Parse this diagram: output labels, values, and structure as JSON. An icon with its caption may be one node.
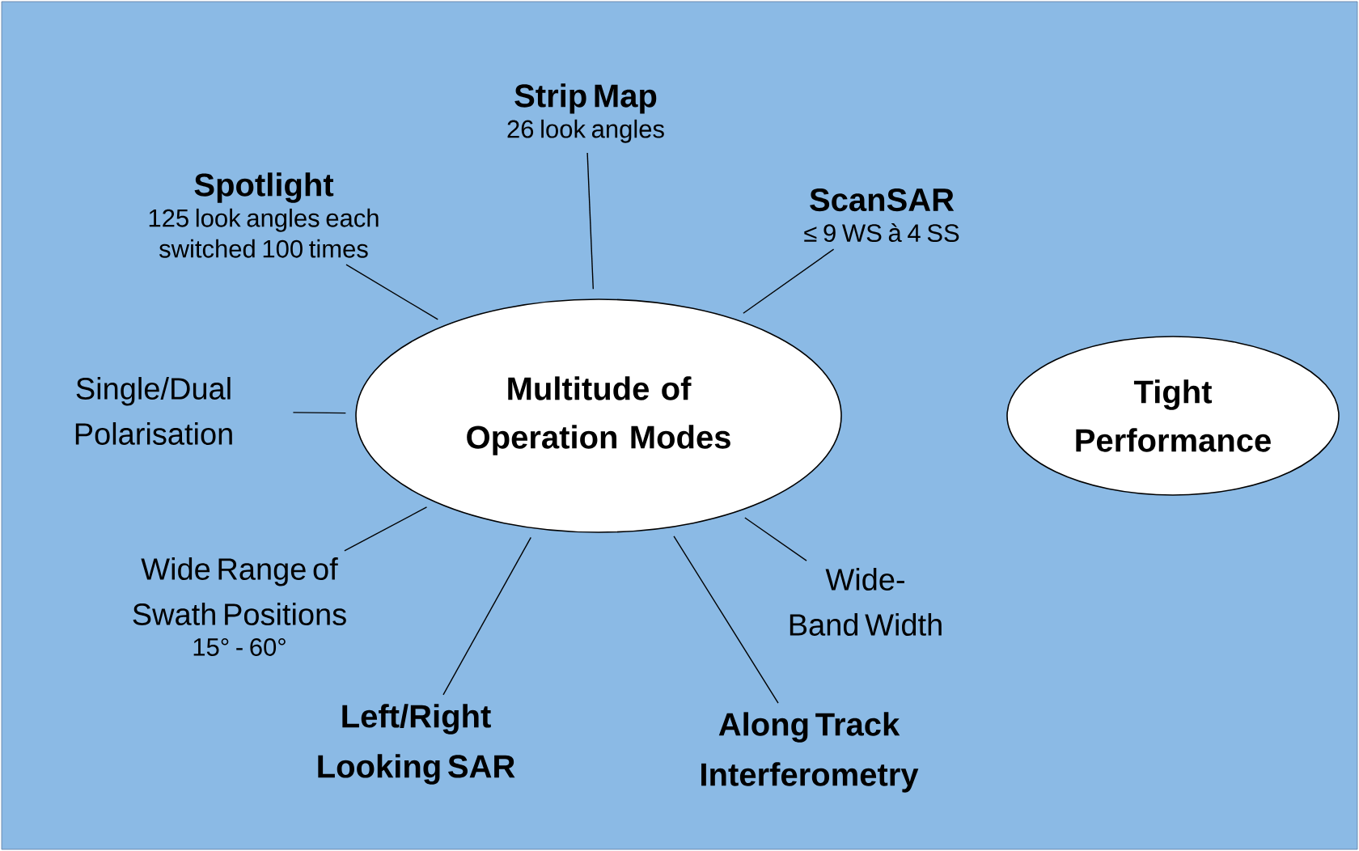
{
  "diagram": {
    "nodes": [
      {
        "text": [
          "Strip Map",
          "26 look angles"
        ]
      },
      {
        "text": [
          "Spotlight",
          "125 look angles each switched 100 times"
        ]
      },
      {
        "text": [
          "ScanSAR",
          "≤ 9 WS à 4 SS"
        ]
      },
      {
        "text": [
          "Single/Dual Polarisation"
        ]
      },
      {
        "text": [
          "Multitude of Operation Modes"
        ]
      },
      {
        "text": [
          "Tight Performance"
        ]
      },
      {
        "text": [
          "Wide Range of Swath Positions",
          "15° - 60°"
        ]
      },
      {
        "text": [
          "Wide-Band Width"
        ]
      },
      {
        "text": [
          "Left/Right Looking SAR"
        ]
      },
      {
        "text": [
          "Along Track Interferometry"
        ]
      }
    ],
    "edges": [
      {
        "from": 4,
        "to": 0,
        "arrow": "none"
      },
      {
        "from": 4,
        "to": 1,
        "arrow": "none"
      },
      {
        "from": 4,
        "to": 2,
        "arrow": "none"
      },
      {
        "from": 4,
        "to": 3,
        "arrow": "none"
      },
      {
        "from": 4,
        "to": 6,
        "arrow": "none"
      },
      {
        "from": 4,
        "to": 7,
        "arrow": "none"
      },
      {
        "from": 4,
        "to": 8,
        "arrow": "none"
      },
      {
        "from": 4,
        "to": 9,
        "arrow": "none"
      }
    ]
  }
}
